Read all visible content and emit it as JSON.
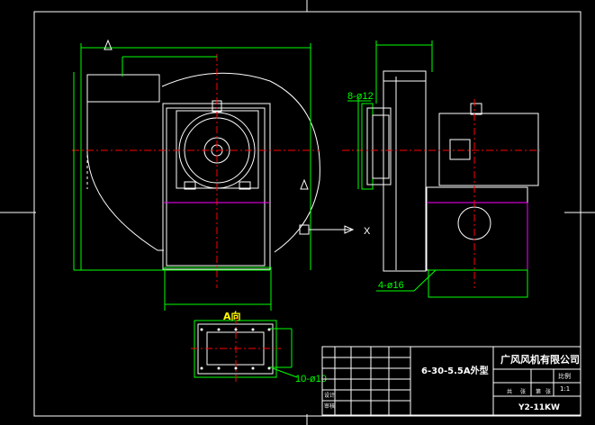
{
  "drawing": {
    "view_label_a": "A向",
    "axis_label_x": "X",
    "callout_bolts_top": "8-ø12",
    "callout_bolts_foot": "4-ø16",
    "callout_bolts_outlet": "10-ø10"
  },
  "title_block": {
    "model": "6-30-5.5A外型",
    "company": "广风风机有限公司",
    "motor": "Y2-11KW",
    "scale_label": "比例",
    "scale_value": "1:1",
    "small_labels": [
      "设计",
      "审核",
      "共",
      "张",
      "第",
      "张"
    ]
  },
  "colors": {
    "background": "#000000",
    "outline": "#ffffff",
    "dimension": "#00ff00",
    "centerline": "#ff0000",
    "accent": "#ff00ff",
    "annotation": "#ffff00"
  }
}
